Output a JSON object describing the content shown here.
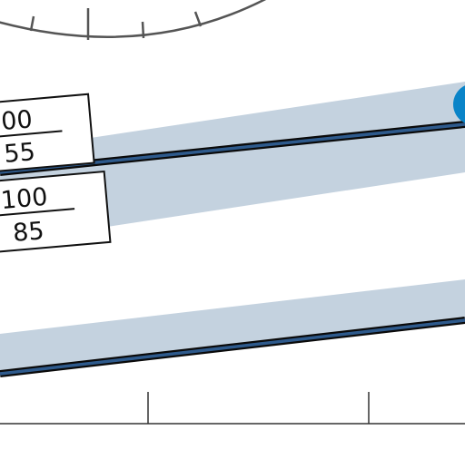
{
  "colors": {
    "background": "#ffffff",
    "route_band": "#c4d2df",
    "route_line_fill": "#2e5a8c",
    "route_line_outline": "#0a0a0a",
    "marker": "#0a84c8",
    "box_border": "#111111",
    "arc_tick": "#555555",
    "scale_line": "#333333"
  },
  "labels": {
    "upper_box": {
      "top_value": "00",
      "bottom_value": "55"
    },
    "lower_box": {
      "top_value": "100",
      "bottom_value": "85"
    }
  },
  "icons": {
    "marker": "circle-marker-icon",
    "compass": "compass-arc-icon"
  }
}
